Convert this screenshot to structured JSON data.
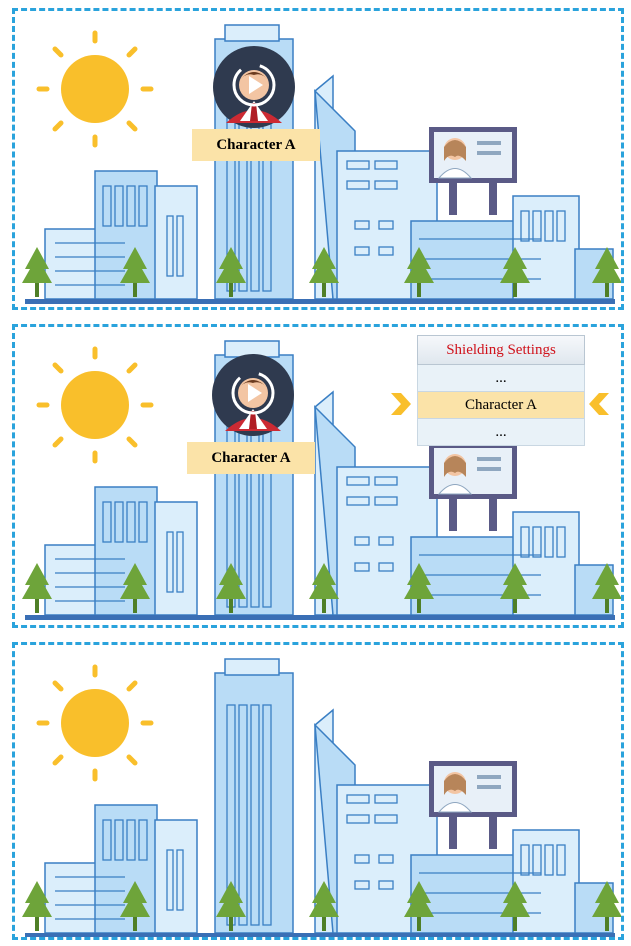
{
  "panels": [
    {
      "name": "panel-original",
      "character_label": "Character A",
      "show_character": true,
      "show_menu": false
    },
    {
      "name": "panel-shielding",
      "character_label": "Character A",
      "show_character": true,
      "show_menu": true
    },
    {
      "name": "panel-shielded",
      "character_label": "",
      "show_character": false,
      "show_menu": false
    }
  ],
  "shielding_menu": {
    "title": "Shielding Settings",
    "items": [
      "...",
      "Character A",
      "..."
    ]
  },
  "colors": {
    "frame": "#2aa3dc",
    "sun": "#f9bf2b",
    "label_bg": "#fbe3a8",
    "menu_title_text": "#d0121b",
    "tree": "#6ea43a",
    "building_light": "#dbeefb",
    "building_mid": "#b9dcf6",
    "building_line": "#3a7fc4"
  }
}
